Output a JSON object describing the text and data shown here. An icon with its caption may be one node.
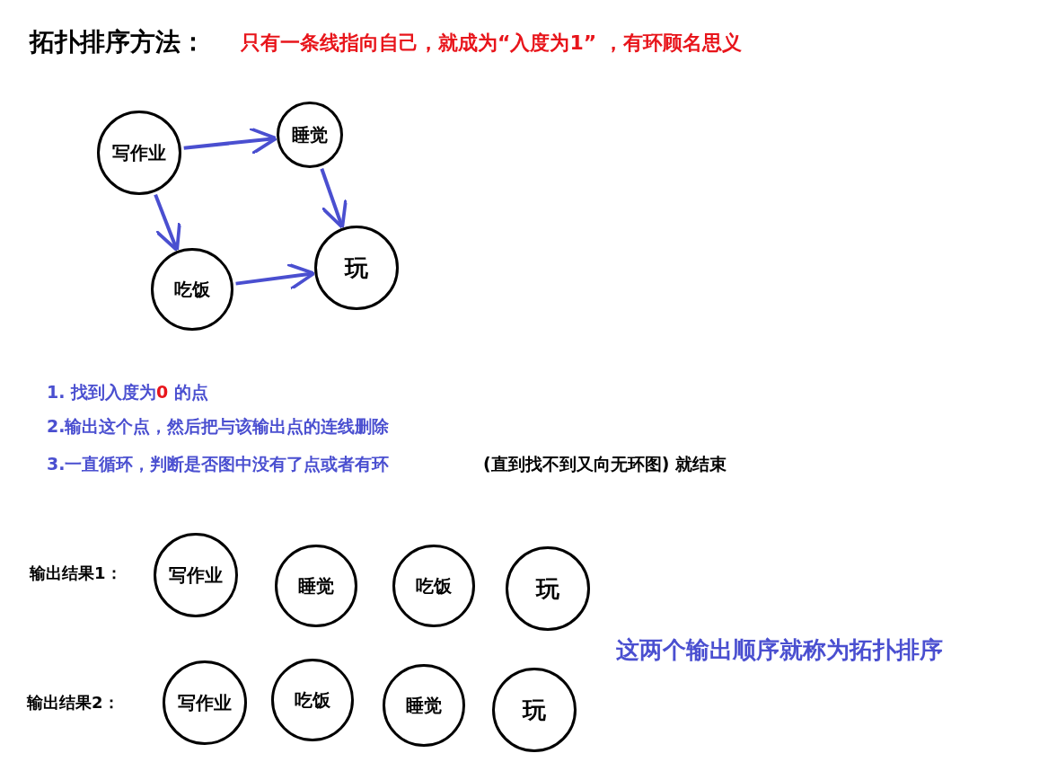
{
  "diagram": {
    "title": "拓扑排序方法：",
    "nodes": [
      {
        "text": [
          "写作业"
        ]
      },
      {
        "text": [
          "睡觉"
        ]
      },
      {
        "text": [
          "吃饭"
        ]
      },
      {
        "text": [
          "玩"
        ]
      },
      {
        "text": [
          "写作业"
        ]
      },
      {
        "text": [
          "睡觉"
        ]
      },
      {
        "text": [
          "吃饭"
        ]
      },
      {
        "text": [
          "玩"
        ]
      },
      {
        "text": [
          "写作业"
        ]
      },
      {
        "text": [
          "吃饭"
        ]
      },
      {
        "text": [
          "睡觉"
        ]
      },
      {
        "text": [
          "玩"
        ]
      }
    ],
    "edges": [
      {
        "from": 0,
        "to": 1,
        "arrow": "to"
      },
      {
        "from": 1,
        "to": 3,
        "arrow": "to"
      },
      {
        "from": 0,
        "to": 2,
        "arrow": "to"
      },
      {
        "from": 2,
        "to": 3,
        "arrow": "to"
      }
    ],
    "labels": [
      "只有一条线指向自己，就成为“入度为1” ，有环顾名思义",
      "1. 找到入度为**0** 的点",
      "2.输出这个点，然后把与该输出点的连线删除",
      "3.一直循环，判断是否图中没有了点或者有环",
      "(直到找不到又向无环图) 就结束",
      "输出结果1：",
      "输出结果2：",
      "这两个输出顺序就称为拓扑排序"
    ]
  }
}
